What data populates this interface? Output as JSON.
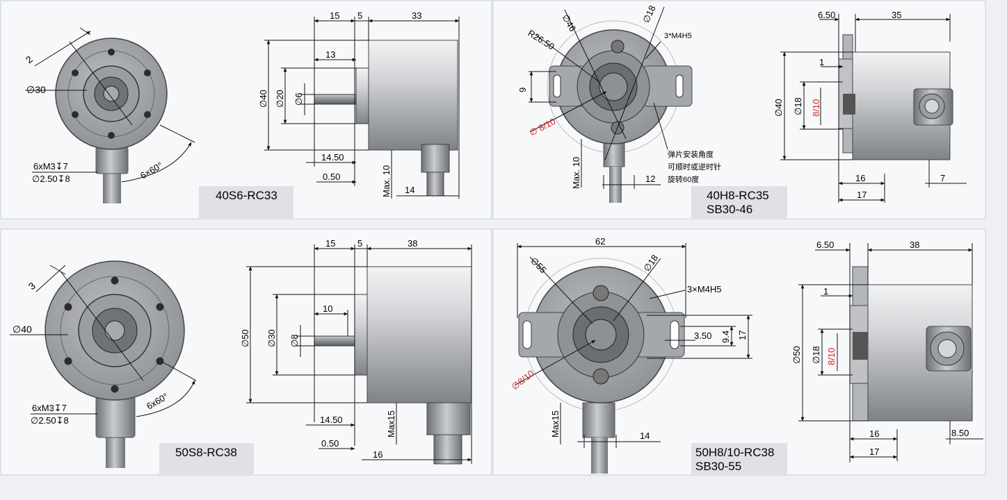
{
  "colors": {
    "background": "#eef0f3",
    "panel_border": "#c9ced6",
    "label_box": "#dfe1e5",
    "red_dimension": "#d8231f",
    "body_metal": "#c4c6c9"
  },
  "panels": [
    {
      "model_label": "40S6-RC33",
      "front_view": {
        "dims": {
          "chamfer": "2",
          "flange_dia": "∅30",
          "angle": "6×60°",
          "thread": "6xM3↧7",
          "pin": "∅2.50↧8"
        }
      },
      "side_view": {
        "dims": {
          "shaft_len": "15",
          "flange_t": "5",
          "body_len": "33",
          "shaft_step": "13",
          "body_dia": "∅40",
          "pilot_dia": "∅20",
          "shaft_dia": "∅6",
          "offset_a": "14.50",
          "offset_b": "0.50",
          "conn_h": "Max. 10",
          "conn_w": "14"
        }
      }
    },
    {
      "model_label_line1": "40H8-RC35",
      "model_label_line2": "SB30-46",
      "front_view": {
        "dims": {
          "d46": "∅46",
          "d18": "∅18",
          "radius": "R26.50",
          "screw": "3*M4H5",
          "slot": "9",
          "bore": "∅ 8/10",
          "conn_h": "Max. 10",
          "conn_w": "12"
        },
        "note_lines": [
          "弹片安装角度",
          "可顺时或逆时针",
          "旋转60度"
        ]
      },
      "side_view": {
        "dims": {
          "spring": "6.50",
          "body_len": "35",
          "t1": "1",
          "body_dia": "∅40",
          "d18": "∅18",
          "bore": "8/10",
          "a16": "16",
          "a17": "17",
          "c7": "7"
        }
      }
    },
    {
      "model_label": "50S8-RC38",
      "front_view": {
        "dims": {
          "chamfer": "3",
          "flange_dia": "∅40",
          "angle": "6x60°",
          "thread": "6xM3↧7",
          "pin": "∅2.50↧8"
        }
      },
      "side_view": {
        "dims": {
          "shaft_len": "15",
          "flange_t": "5",
          "body_len": "38",
          "shaft_step": "10",
          "body_dia": "∅50",
          "pilot_dia": "∅30",
          "shaft_dia": "∅8",
          "offset_a": "14.50",
          "offset_b": "0.50",
          "conn_h": "Max15",
          "conn_w": "16"
        }
      }
    },
    {
      "model_label_line1": "50H8/10-RC38",
      "model_label_line2": "SB30-55",
      "front_view": {
        "dims": {
          "width": "62",
          "d55": "∅55",
          "d18": "∅18",
          "screw": "3×M4H5",
          "slot_off": "3.50",
          "slot_w": "9.4",
          "slot_h": "17",
          "bore": "∅8/10",
          "conn_h": "Max15",
          "conn_w": "14"
        }
      },
      "side_view": {
        "dims": {
          "spring": "6.50",
          "body_len": "38",
          "t1": "1",
          "body_dia": "∅50",
          "d18": "∅18",
          "bore": "8/10",
          "a16": "16",
          "a17": "17",
          "c85": "8.50"
        }
      }
    }
  ]
}
